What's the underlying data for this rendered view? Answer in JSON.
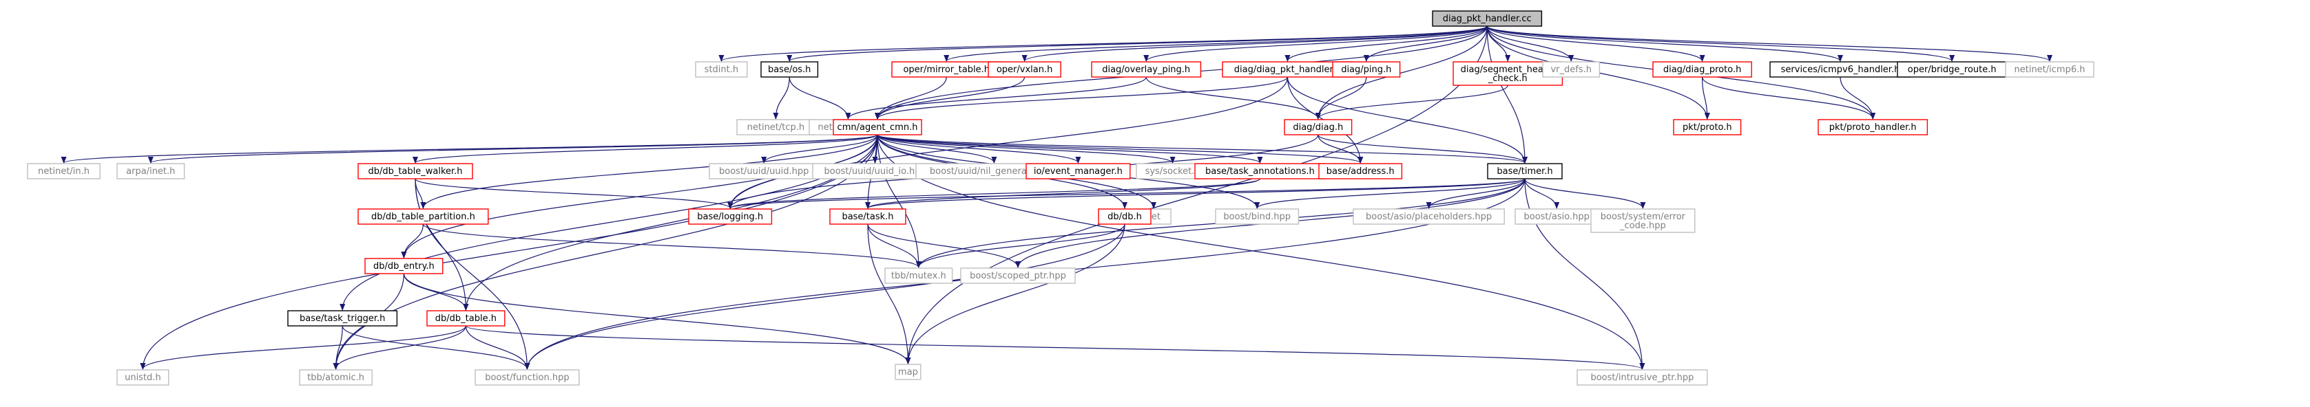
{
  "colors": {
    "edge": "#191970",
    "root_fill": "#bfbfbf",
    "root_border": "#000000",
    "documented_border": "#000000",
    "error_border": "#ff0000",
    "external_border": "#bfbfbf",
    "external_text": "#808080",
    "text": "#000000"
  },
  "nodes": [
    {
      "id": "root",
      "lines": [
        "diag_pkt_handler.cc"
      ],
      "style": "root"
    },
    {
      "id": "stdint",
      "lines": [
        "stdint.h"
      ],
      "style": "external"
    },
    {
      "id": "base_os",
      "lines": [
        "base/os.h"
      ],
      "style": "documented"
    },
    {
      "id": "oper_mirror",
      "lines": [
        "oper/mirror_table.h"
      ],
      "style": "error"
    },
    {
      "id": "oper_vxlan",
      "lines": [
        "oper/vxlan.h"
      ],
      "style": "error"
    },
    {
      "id": "diag_overlay",
      "lines": [
        "diag/overlay_ping.h"
      ],
      "style": "error"
    },
    {
      "id": "diag_pkt_handler_h",
      "lines": [
        "diag/diag_pkt_handler.h"
      ],
      "style": "error"
    },
    {
      "id": "diag_ping",
      "lines": [
        "diag/ping.h"
      ],
      "style": "error"
    },
    {
      "id": "diag_segment",
      "lines": [
        "diag/segment_health",
        "_check.h"
      ],
      "style": "error"
    },
    {
      "id": "vr_defs",
      "lines": [
        "vr_defs.h"
      ],
      "style": "external"
    },
    {
      "id": "diag_proto",
      "lines": [
        "diag/diag_proto.h"
      ],
      "style": "error"
    },
    {
      "id": "icmpv6_handler",
      "lines": [
        "services/icmpv6_handler.h"
      ],
      "style": "documented"
    },
    {
      "id": "bridge_route",
      "lines": [
        "oper/bridge_route.h"
      ],
      "style": "documented"
    },
    {
      "id": "netinet_icmp6",
      "lines": [
        "netinet/icmp6.h"
      ],
      "style": "external"
    },
    {
      "id": "netinet_tcp",
      "lines": [
        "netinet/tcp.h"
      ],
      "style": "external"
    },
    {
      "id": "netinet_udp",
      "lines": [
        "netinet/udp.h"
      ],
      "style": "external"
    },
    {
      "id": "cmn_agent",
      "lines": [
        "cmn/agent_cmn.h"
      ],
      "style": "error"
    },
    {
      "id": "diag_h",
      "lines": [
        "diag/diag.h"
      ],
      "style": "error"
    },
    {
      "id": "pkt_proto",
      "lines": [
        "pkt/proto.h"
      ],
      "style": "error"
    },
    {
      "id": "pkt_proto_handler",
      "lines": [
        "pkt/proto_handler.h"
      ],
      "style": "error"
    },
    {
      "id": "netinet_in",
      "lines": [
        "netinet/in.h"
      ],
      "style": "external"
    },
    {
      "id": "arpa_inet",
      "lines": [
        "arpa/inet.h"
      ],
      "style": "external"
    },
    {
      "id": "db_walker",
      "lines": [
        "db/db_table_walker.h"
      ],
      "style": "error"
    },
    {
      "id": "uuid",
      "lines": [
        "boost/uuid/uuid.hpp"
      ],
      "style": "external"
    },
    {
      "id": "uuid_io",
      "lines": [
        "boost/uuid/uuid_io.hpp"
      ],
      "style": "external"
    },
    {
      "id": "nil_gen",
      "lines": [
        "boost/uuid/nil_generator.hpp"
      ],
      "style": "external"
    },
    {
      "id": "io_event",
      "lines": [
        "io/event_manager.h"
      ],
      "style": "error"
    },
    {
      "id": "sys_socket",
      "lines": [
        "sys/socket.h"
      ],
      "style": "external"
    },
    {
      "id": "task_annot",
      "lines": [
        "base/task_annotations.h"
      ],
      "style": "error"
    },
    {
      "id": "base_address",
      "lines": [
        "base/address.h"
      ],
      "style": "error"
    },
    {
      "id": "base_timer",
      "lines": [
        "base/timer.h"
      ],
      "style": "documented"
    },
    {
      "id": "db_partition",
      "lines": [
        "db/db_table_partition.h"
      ],
      "style": "error"
    },
    {
      "id": "base_logging",
      "lines": [
        "base/logging.h"
      ],
      "style": "error"
    },
    {
      "id": "base_task",
      "lines": [
        "base/task.h"
      ],
      "style": "error"
    },
    {
      "id": "set",
      "lines": [
        "set"
      ],
      "style": "external"
    },
    {
      "id": "db_db",
      "lines": [
        "db/db.h"
      ],
      "style": "error"
    },
    {
      "id": "boost_bind",
      "lines": [
        "boost/bind.hpp"
      ],
      "style": "external"
    },
    {
      "id": "asio_placeholders",
      "lines": [
        "boost/asio/placeholders.hpp"
      ],
      "style": "external"
    },
    {
      "id": "asio",
      "lines": [
        "boost/asio.hpp"
      ],
      "style": "external"
    },
    {
      "id": "system_error",
      "lines": [
        "boost/system/error",
        "_code.hpp"
      ],
      "style": "external"
    },
    {
      "id": "db_entry",
      "lines": [
        "db/db_entry.h"
      ],
      "style": "error"
    },
    {
      "id": "tbb_mutex",
      "lines": [
        "tbb/mutex.h"
      ],
      "style": "external"
    },
    {
      "id": "scoped_ptr",
      "lines": [
        "boost/scoped_ptr.hpp"
      ],
      "style": "external"
    },
    {
      "id": "task_trigger",
      "lines": [
        "base/task_trigger.h"
      ],
      "style": "documented"
    },
    {
      "id": "db_table",
      "lines": [
        "db/db_table.h"
      ],
      "style": "error"
    },
    {
      "id": "map",
      "lines": [
        "map"
      ],
      "style": "external"
    },
    {
      "id": "unistd",
      "lines": [
        "unistd.h"
      ],
      "style": "external"
    },
    {
      "id": "tbb_atomic",
      "lines": [
        "tbb/atomic.h"
      ],
      "style": "external"
    },
    {
      "id": "boost_function",
      "lines": [
        "boost/function.hpp"
      ],
      "style": "external"
    },
    {
      "id": "intrusive_ptr",
      "lines": [
        "boost/intrusive_ptr.hpp"
      ],
      "style": "external"
    }
  ],
  "edges": [
    [
      "root",
      "stdint"
    ],
    [
      "root",
      "base_os"
    ],
    [
      "root",
      "oper_mirror"
    ],
    [
      "root",
      "oper_vxlan"
    ],
    [
      "root",
      "diag_overlay"
    ],
    [
      "root",
      "diag_pkt_handler_h"
    ],
    [
      "root",
      "diag_ping"
    ],
    [
      "root",
      "diag_segment"
    ],
    [
      "root",
      "vr_defs"
    ],
    [
      "root",
      "diag_proto"
    ],
    [
      "root",
      "icmpv6_handler"
    ],
    [
      "root",
      "bridge_route"
    ],
    [
      "root",
      "netinet_icmp6"
    ],
    [
      "root",
      "cmn_agent"
    ],
    [
      "root",
      "diag_h"
    ],
    [
      "root",
      "pkt_proto"
    ],
    [
      "root",
      "pkt_proto_handler"
    ],
    [
      "root",
      "base_timer"
    ],
    [
      "root",
      "map"
    ],
    [
      "base_os",
      "netinet_tcp"
    ],
    [
      "base_os",
      "netinet_udp"
    ],
    [
      "oper_mirror",
      "cmn_agent"
    ],
    [
      "oper_vxlan",
      "cmn_agent"
    ],
    [
      "diag_overlay",
      "netinet_udp"
    ],
    [
      "diag_overlay",
      "diag_h"
    ],
    [
      "diag_pkt_handler_h",
      "cmn_agent"
    ],
    [
      "diag_pkt_handler_h",
      "base_logging"
    ],
    [
      "diag_pkt_handler_h",
      "base_address"
    ],
    [
      "diag_pkt_handler_h",
      "base_timer"
    ],
    [
      "diag_ping",
      "diag_h"
    ],
    [
      "diag_segment",
      "diag_h"
    ],
    [
      "diag_proto",
      "pkt_proto"
    ],
    [
      "diag_proto",
      "pkt_proto_handler"
    ],
    [
      "icmpv6_handler",
      "pkt_proto_handler"
    ],
    [
      "diag_h",
      "base_address"
    ],
    [
      "diag_h",
      "base_timer"
    ],
    [
      "diag_h",
      "base_logging"
    ],
    [
      "cmn_agent",
      "netinet_in"
    ],
    [
      "cmn_agent",
      "arpa_inet"
    ],
    [
      "cmn_agent",
      "db_walker"
    ],
    [
      "cmn_agent",
      "uuid"
    ],
    [
      "cmn_agent",
      "uuid_io"
    ],
    [
      "cmn_agent",
      "nil_gen"
    ],
    [
      "cmn_agent",
      "io_event"
    ],
    [
      "cmn_agent",
      "sys_socket"
    ],
    [
      "cmn_agent",
      "task_annot"
    ],
    [
      "cmn_agent",
      "base_address"
    ],
    [
      "cmn_agent",
      "base_timer"
    ],
    [
      "cmn_agent",
      "unistd"
    ],
    [
      "cmn_agent",
      "db_partition"
    ],
    [
      "cmn_agent",
      "db_entry"
    ],
    [
      "cmn_agent",
      "task_trigger"
    ],
    [
      "cmn_agent",
      "db_table"
    ],
    [
      "cmn_agent",
      "base_logging"
    ],
    [
      "cmn_agent",
      "base_task"
    ],
    [
      "cmn_agent",
      "set"
    ],
    [
      "cmn_agent",
      "boost_bind"
    ],
    [
      "cmn_agent",
      "tbb_mutex"
    ],
    [
      "cmn_agent",
      "tbb_atomic"
    ],
    [
      "cmn_agent",
      "intrusive_ptr"
    ],
    [
      "cmn_agent",
      "db_db"
    ],
    [
      "db_walker",
      "db_partition"
    ],
    [
      "db_walker",
      "base_logging"
    ],
    [
      "db_walker",
      "db_table"
    ],
    [
      "db_walker",
      "boost_function"
    ],
    [
      "task_annot",
      "base_logging"
    ],
    [
      "task_annot",
      "base_task"
    ],
    [
      "base_timer",
      "base_task"
    ],
    [
      "base_timer",
      "boost_bind"
    ],
    [
      "base_timer",
      "asio_placeholders"
    ],
    [
      "base_timer",
      "asio"
    ],
    [
      "base_timer",
      "system_error"
    ],
    [
      "base_timer",
      "intrusive_ptr"
    ],
    [
      "base_timer",
      "tbb_mutex"
    ],
    [
      "base_timer",
      "scoped_ptr"
    ],
    [
      "base_timer",
      "boost_function"
    ],
    [
      "base_timer",
      "base_logging"
    ],
    [
      "db_partition",
      "db_entry"
    ],
    [
      "db_partition",
      "tbb_mutex"
    ],
    [
      "base_task",
      "tbb_mutex"
    ],
    [
      "base_task",
      "scoped_ptr"
    ],
    [
      "base_task",
      "map"
    ],
    [
      "db_db",
      "tbb_mutex"
    ],
    [
      "db_db",
      "map"
    ],
    [
      "db_db",
      "boost_function"
    ],
    [
      "db_entry",
      "db_table"
    ],
    [
      "db_entry",
      "map"
    ],
    [
      "db_entry",
      "tbb_atomic"
    ],
    [
      "task_trigger",
      "tbb_atomic"
    ],
    [
      "task_trigger",
      "boost_function"
    ],
    [
      "db_table",
      "unistd"
    ],
    [
      "db_table",
      "tbb_atomic"
    ],
    [
      "db_table",
      "boost_function"
    ],
    [
      "db_table",
      "intrusive_ptr"
    ]
  ]
}
